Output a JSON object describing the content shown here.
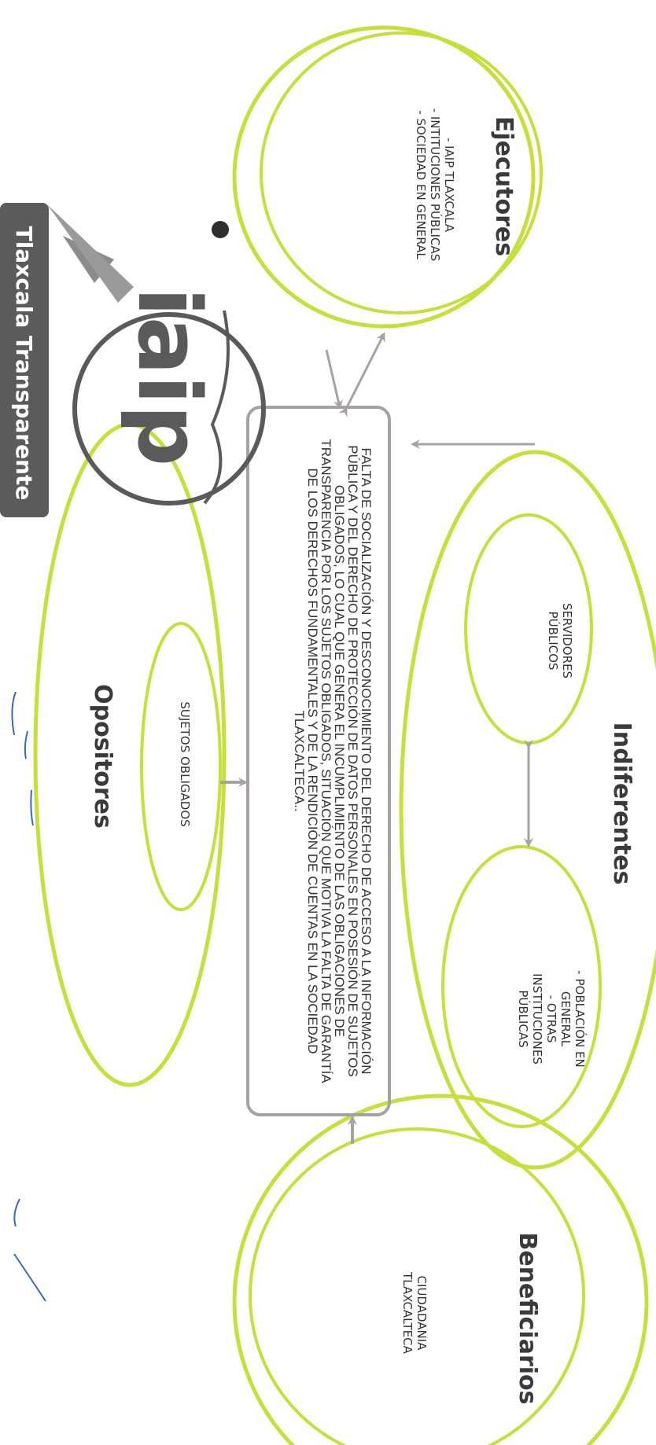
{
  "diagram": {
    "colors": {
      "ring": "#c6df3a",
      "arrow": "#a7a0a4",
      "box": "#a7a0a4",
      "text": "#333333",
      "signature": "#3f64c8",
      "stamp": "#5a5a5a"
    },
    "groups": {
      "ejecutores": {
        "title": "Ejecutores",
        "items": [
          "- IAIP TLAXCALA",
          "- INTITUCIONES PÚBLICAS",
          "- SOCIEDAD EN GENERAL"
        ]
      },
      "indiferentes": {
        "title": "Indiferentes",
        "left_items": [
          "SERVIDORES",
          "PÚBLICOS"
        ],
        "right_items": [
          "- POBLACIÓN EN",
          "GENERAL",
          "- OTRAS",
          "INSTITUCIONES",
          "PÚBLICAS"
        ]
      },
      "beneficiarios": {
        "title": "Beneficiarios",
        "items": [
          "CIUDADANIA",
          "TLAXCALTECA"
        ]
      },
      "opositores": {
        "title": "Opositores",
        "items": [
          "SUJETOS OBLIGADOS"
        ]
      }
    },
    "problem_statement": "FALTA DE SOCIALIZACIÓN Y DESCONOCIMIENTO DEL DERECHO DE ACCESO A LA INFORMACIÓN PÚBLICA Y DEL DERECHO DE PROTECCIÓN DE DATOS PERSONALES EN POSESIÓN DE SUJETOS OBLIGADOS, LO CUAL QUE GENERA EL INCUMPLIMIENTO DE LAS OBLIGACIONES DE TRANSPARENCIA POR LOS SUJETOS OBLIGADOS, SITUACIÓN QUE MOTIVA LA FALTA DE GARANTÍA DE LOS DERECHOS FUNDAMENTALES  Y DE LA RENDICIÓN DE CUENTAS EN LA SOCIEDAD TLAXCALTECA..",
    "stamp": {
      "logo_text": "iaip",
      "banner_text": "Tlaxcala Transparente"
    }
  }
}
